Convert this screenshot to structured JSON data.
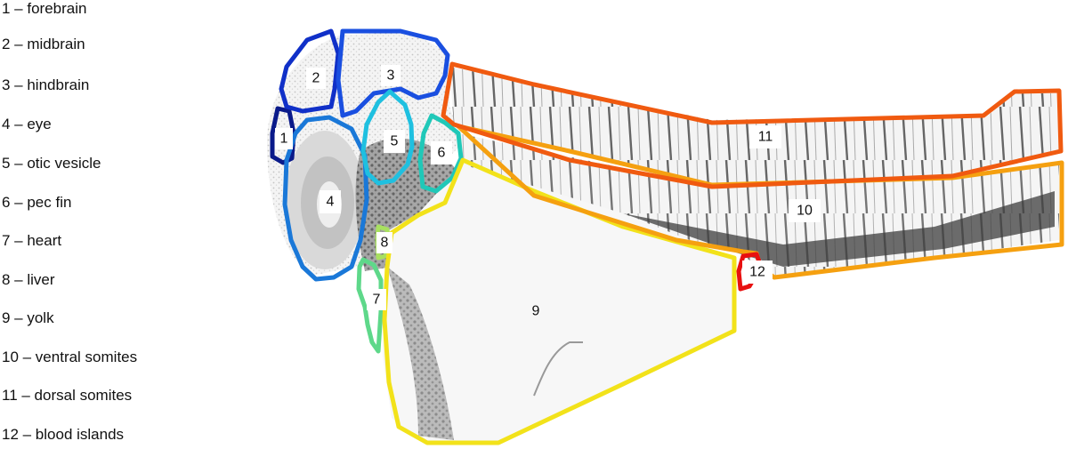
{
  "legend": {
    "items": [
      {
        "text": "1 – forebrain"
      },
      {
        "text": "2 – midbrain"
      },
      {
        "text": "3 – hindbrain"
      },
      {
        "text": "4 – eye"
      },
      {
        "text": "5 – otic vesicle"
      },
      {
        "text": "6 – pec fin"
      },
      {
        "text": "7 – heart"
      },
      {
        "text": "8 – liver"
      },
      {
        "text": "9 – yolk"
      },
      {
        "text": "10 – ventral somites"
      },
      {
        "text": "11 – dorsal somites"
      },
      {
        "text": "12 – blood islands"
      }
    ]
  },
  "regions": [
    {
      "label": "1",
      "color": "#0a1a8a"
    },
    {
      "label": "2",
      "color": "#1030c8"
    },
    {
      "label": "3",
      "color": "#1a4fe0"
    },
    {
      "label": "4",
      "color": "#1a78d8"
    },
    {
      "label": "5",
      "color": "#1fc0e0"
    },
    {
      "label": "6",
      "color": "#20c8b8"
    },
    {
      "label": "7",
      "color": "#5ed88a"
    },
    {
      "label": "8",
      "color": "#a8e060"
    },
    {
      "label": "9",
      "color": "#f2e21a"
    },
    {
      "label": "10",
      "color": "#f5a010"
    },
    {
      "label": "11",
      "color": "#f05a10"
    },
    {
      "label": "12",
      "color": "#e81010"
    }
  ]
}
